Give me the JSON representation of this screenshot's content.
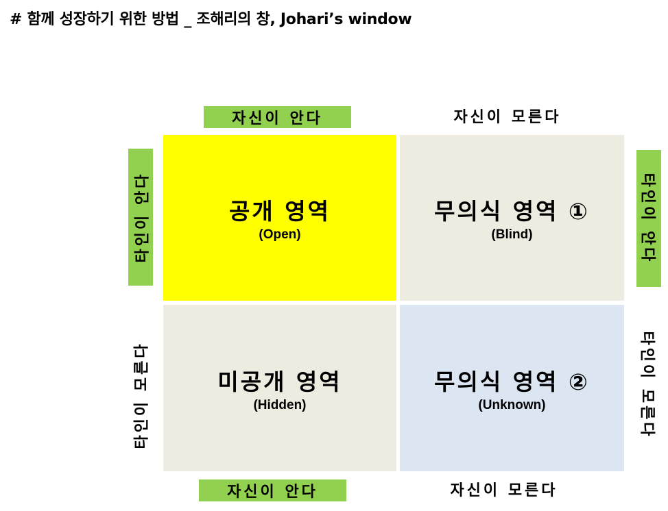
{
  "title": "# 함께 성장하기 위한 방법 _ 조해리의 창, Johari’s window",
  "colors": {
    "label_highlight": "#92d050",
    "open": "#ffff00",
    "blind": "#eeece1",
    "hidden": "#eeece1",
    "unknown": "#dce6f2"
  },
  "axis": {
    "top_left": "자신이 안다",
    "top_right": "자신이 모른다",
    "bottom_left": "자신이 안다",
    "bottom_right": "자신이 모른다",
    "left_top": "타인이 안다",
    "left_bottom": "타인이 모른다",
    "right_top": "타인이 안다",
    "right_bottom": "타인이 모른다"
  },
  "quadrants": {
    "open": {
      "title": "공개 영역",
      "subtitle": "(Open)"
    },
    "blind": {
      "title": "무의식 영역 ①",
      "subtitle": "(Blind)"
    },
    "hidden": {
      "title": "미공개 영역",
      "subtitle": "(Hidden)"
    },
    "unknown": {
      "title": "무의식 영역 ②",
      "subtitle": "(Unknown)"
    }
  }
}
